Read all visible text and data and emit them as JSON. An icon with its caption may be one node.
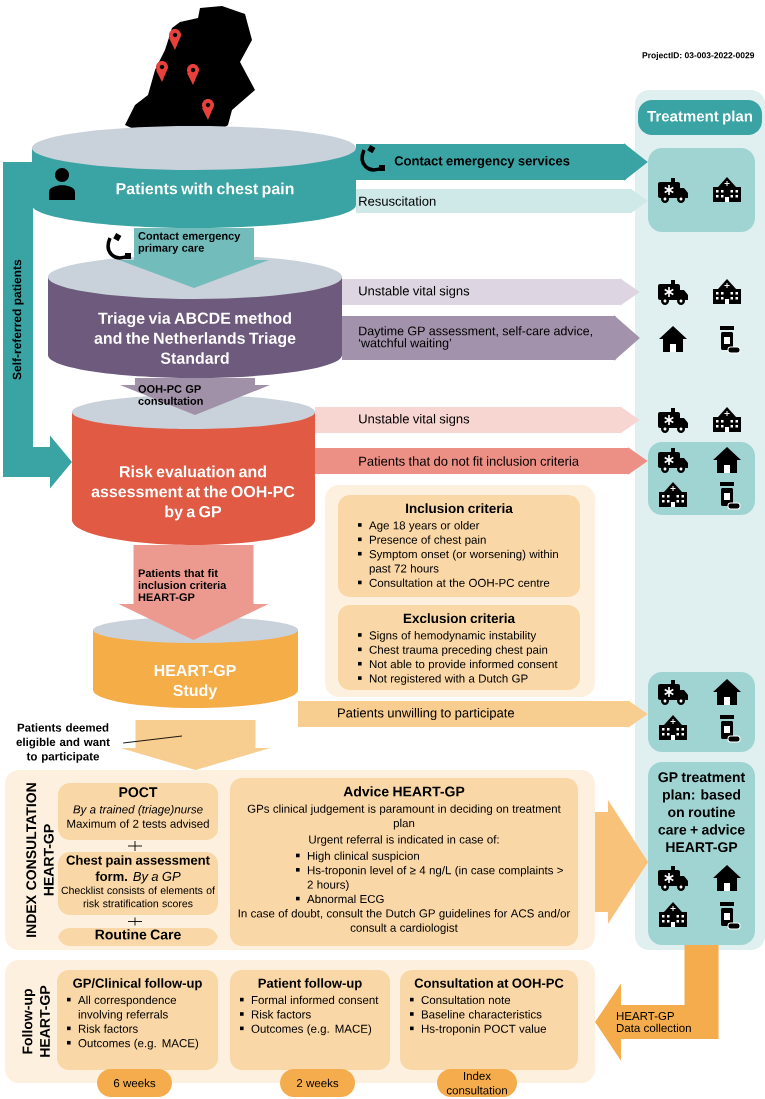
{
  "diagram": {
    "nodes": [
      {
        "text": [
          "Patients with chest pain"
        ]
      },
      {
        "text": [
          "Triage via ABCDE method and the Netherlands Triage Standard"
        ]
      },
      {
        "text": [
          "Risk evaluation and assessment at the OOH-PC by a GP"
        ]
      },
      {
        "text": [
          "HEART-GP Study"
        ]
      },
      {
        "text": [
          "Treatment plan"
        ]
      },
      {
        "text": [],
        "shape": "box",
        "in": 4
      },
      {
        "text": [],
        "shape": "picture",
        "in": 4
      },
      {
        "text": [],
        "shape": "picture",
        "in": 4
      },
      {
        "text": [],
        "shape": "picture",
        "in": 4
      },
      {
        "text": [],
        "shape": "box",
        "in": 4
      },
      {
        "text": [],
        "shape": "box",
        "in": 4
      },
      {
        "text": [
          "GP treatment plan: based on routine care + advice HEART-GP"
        ],
        "in": 4
      },
      {
        "text": [],
        "shape": "box"
      },
      {
        "text": [
          "Inclusion criteria",
          "Age 18 years or older",
          "Presence of chest pain",
          "Symptom onset (or worsening) within past 72 hours",
          "Consultation at the OOH-PC centre"
        ],
        "in": 12
      },
      {
        "text": [
          "Exclusion criteria",
          "Signs of hemodynamic instability",
          "Chest trauma preceding chest pain",
          "Not able to provide informed consent",
          "Not registered with a Dutch GP"
        ],
        "in": 12
      },
      {
        "text": [
          "INDEX CONSULTATION HEART-GP"
        ]
      },
      {
        "text": [
          "POCT",
          "By a trained (triage)nurse",
          "Maximum of 2 tests advised"
        ],
        "in": 15
      },
      {
        "text": [
          "**Chest pain assessment form.** *By a GP*",
          "Checklist consists of elements of risk stratification scores"
        ],
        "in": 15
      },
      {
        "text": [
          "Routine Care"
        ],
        "in": 15
      },
      {
        "text": [
          "Advice HEART-GP",
          "GPs clinical judgement is paramount in deciding on treatment plan",
          "Urgent referral is indicated in case of:",
          "High clinical suspicion",
          "Hs-troponin level of ≥ 4 ng/L (in case complaints > 2 hours)",
          "Abnormal ECG",
          "In case of doubt, consult the Dutch GP guidelines for ACS and/or consult a cardiologist"
        ],
        "in": 15
      },
      {
        "text": [
          "Follow-up HEART-GP"
        ]
      },
      {
        "text": [
          "GP/Clinical follow-up",
          "All correspondence involving referrals",
          "Risk factors",
          "Outcomes (e.g. MACE)"
        ],
        "in": 20
      },
      {
        "text": [
          "Patient follow-up",
          "Formal informed consent",
          "Risk factors",
          "Outcomes (e.g. MACE)"
        ],
        "in": 20
      },
      {
        "text": [
          "Consultation at OOH-PC",
          "Consultation note",
          "Baseline characteristics",
          "Hs-troponin POCT value"
        ],
        "in": 20
      },
      {
        "text": [
          "6 weeks"
        ]
      },
      {
        "text": [
          "2 weeks"
        ]
      },
      {
        "text": [
          "Index consultation"
        ]
      },
      {
        "text": [
          "Patients deemed eligible and want to participate"
        ]
      }
    ],
    "edges": [
      {
        "from": 0,
        "to": 5,
        "arrow": "to",
        "label": "Contact emergency services",
        "color": "#3aa3a3"
      },
      {
        "from": 0,
        "to": 5,
        "arrow": "to",
        "label": "Resuscitation",
        "color": "#cfe8e8"
      },
      {
        "from": 0,
        "to": 1,
        "arrow": "to",
        "label": "Contact emergency primary care",
        "color": "#72bcbc",
        "style": "thick"
      },
      {
        "from": 1,
        "to": 6,
        "arrow": "to",
        "label": "Unstable vital signs",
        "color": "#ddd6e2"
      },
      {
        "from": 1,
        "to": 7,
        "arrow": "to",
        "label": "Daytime GP assessment, self-care advice, ‘watchful waiting’",
        "color": "#a392ab"
      },
      {
        "from": 1,
        "to": 2,
        "arrow": "to",
        "label": "OOH-PC GP consultation",
        "color": "#a191a8",
        "style": "thick"
      },
      {
        "from": 2,
        "to": 8,
        "arrow": "to",
        "label": "Unstable vital signs",
        "color": "#f7d5d0"
      },
      {
        "from": 2,
        "to": 9,
        "arrow": "to",
        "label": "Patients that do not fit inclusion criteria",
        "color": "#ec8f85"
      },
      {
        "from": 2,
        "to": 3,
        "arrow": "to",
        "label": "Patients that fit inclusion criteria HEART-GP",
        "color": "#ec9a8f",
        "style": "thick"
      },
      {
        "from": 3,
        "to": 10,
        "arrow": "to",
        "label": "Patients unwilling to participate",
        "color": "#f8cd90"
      },
      {
        "from": 3,
        "to": 15,
        "arrow": "to",
        "color": "#f8cd90",
        "style": "thick"
      },
      {
        "from": 15,
        "to": 11,
        "arrow": "to",
        "color": "#f8c27a",
        "style": "thick"
      },
      {
        "from": 11,
        "to": 20,
        "arrow": "to",
        "label": "HEART-GP Data collection",
        "color": "#f5ac4c"
      },
      {
        "from": 0,
        "to": 2,
        "arrow": "to",
        "label": "Self-referred patients",
        "color": "#3aa3a3"
      },
      {
        "from": 27,
        "to": null,
        "arrow": "none",
        "color": "#000000"
      }
    ],
    "labels": [
      "ProjectID: 03-003-2022-0029"
    ]
  }
}
